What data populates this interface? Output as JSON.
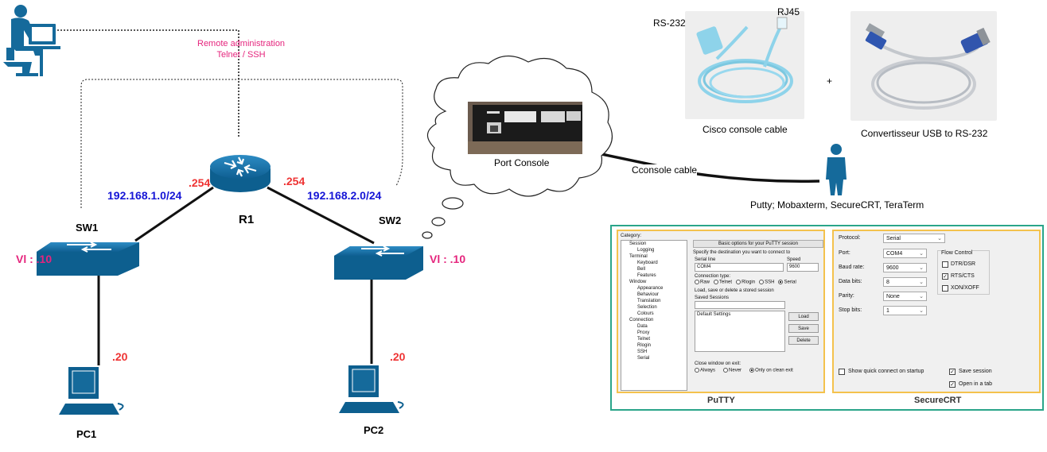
{
  "remote_admin": {
    "line1": "Remote administration",
    "line2": "Telnet / SSH"
  },
  "router": {
    "name": "R1",
    "left_ip": ".254",
    "right_ip": ".254"
  },
  "networks": {
    "left": "192.168.1.0/24",
    "right": "192.168.2.0/24"
  },
  "switches": {
    "sw1": {
      "name": "SW1",
      "vlan": "Vl : .10"
    },
    "sw2": {
      "name": "SW2",
      "vlan": "Vl : .10"
    }
  },
  "pcs": {
    "pc1": {
      "name": "PC1",
      "ip": ".20"
    },
    "pc2": {
      "name": "PC2",
      "ip": ".20"
    }
  },
  "console": {
    "port_label": "Port Console",
    "cable_label": "Cconsole cable"
  },
  "cables": {
    "rs232": "RS-232",
    "rj45": "RJ45",
    "plus": "+",
    "cisco_caption": "Cisco console cable",
    "usb_caption": "Convertisseur USB to RS-232"
  },
  "software": {
    "label": "Putty; Mobaxterm, SecureCRT, TeraTerm"
  },
  "putty": {
    "caption": "PuTTY",
    "category_label": "Category:",
    "tree": [
      "Session",
      "Logging",
      "Terminal",
      "Keyboard",
      "Bell",
      "Features",
      "Window",
      "Appearance",
      "Behaviour",
      "Translation",
      "Selection",
      "Colours",
      "Connection",
      "Data",
      "Proxy",
      "Telnet",
      "Rlogin",
      "SSH",
      "Serial"
    ],
    "header": "Basic options for your PuTTY session",
    "specify": "Specify the destination you want to connect to",
    "serial_line_label": "Serial line",
    "speed_label": "Speed",
    "serial_line_value": "COM4",
    "speed_value": "9600",
    "conn_type_label": "Connection type:",
    "conn_types": [
      "Raw",
      "Telnet",
      "Rlogin",
      "SSH",
      "Serial"
    ],
    "load_label": "Load, save or delete a stored session",
    "saved_label": "Saved Sessions",
    "default_session": "Default Settings",
    "btn_load": "Load",
    "btn_save": "Save",
    "btn_delete": "Delete",
    "close_label": "Close window on exit:",
    "close_opts": [
      "Always",
      "Never",
      "Only on clean exit"
    ]
  },
  "securecrt": {
    "caption": "SecureCRT",
    "protocol_label": "Protocol:",
    "protocol_value": "Serial",
    "port_label": "Port:",
    "port_value": "COM4",
    "baud_label": "Baud rate:",
    "baud_value": "9600",
    "data_label": "Data bits:",
    "data_value": "8",
    "parity_label": "Parity:",
    "parity_value": "None",
    "stop_label": "Stop bits:",
    "stop_value": "1",
    "flow_label": "Flow Control",
    "flow_opts": [
      "DTR/DSR",
      "RTS/CTS",
      "XON/XOFF"
    ],
    "show_quick": "Show quick connect on startup",
    "save_session": "Save session",
    "open_tab": "Open in a tab"
  },
  "colors": {
    "network_blue": "#1515d6",
    "ip_red": "#ee3333",
    "vlan_magenta": "#e5257d",
    "device_blue": "#0d5f8f",
    "frame_green": "#2aa58a",
    "frame_yellow": "#f4c24d"
  }
}
